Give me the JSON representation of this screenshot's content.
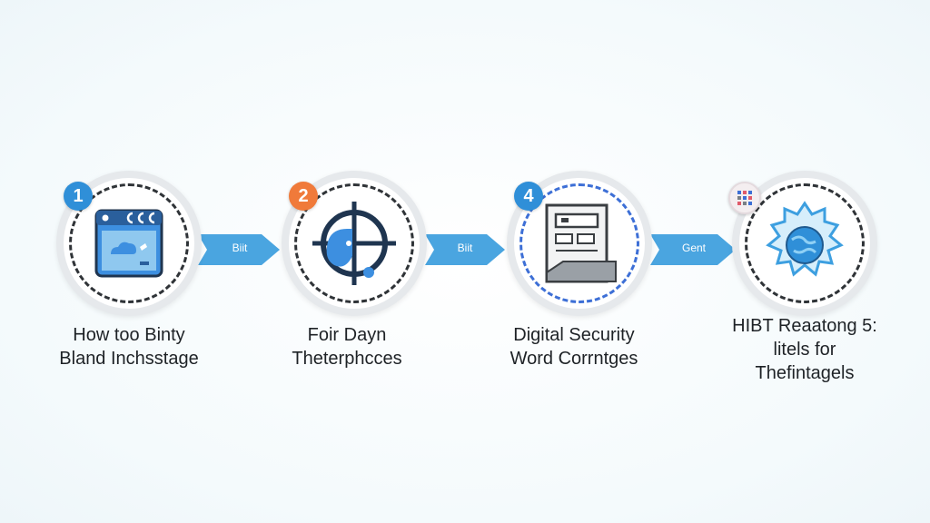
{
  "steps": [
    {
      "badge": "1",
      "line1": "How too Binty",
      "line2": "Bland Inchsstage",
      "icon": "browser-window-icon"
    },
    {
      "badge": "2",
      "line1": "Foir Dayn",
      "line2": "Theterphcces",
      "icon": "crosshair-target-icon"
    },
    {
      "badge": "4",
      "line1": "Digital Security",
      "line2": "Word Corrntges",
      "icon": "server-document-icon"
    },
    {
      "badge": "",
      "line1": "HIBT Reaatong 5:",
      "line2": "litels for",
      "line3": "Thefintagels",
      "icon": "globe-splash-icon"
    }
  ],
  "arrows": [
    {
      "label": "Biit"
    },
    {
      "label": "Biit"
    },
    {
      "label": "Gent"
    }
  ],
  "colors": {
    "arrow": "#4aa5e0",
    "badge_blue": "#2f8fd8",
    "badge_orange": "#f07a3a",
    "dash_dark": "#2f3337",
    "dash_blue": "#3d6fd6"
  }
}
